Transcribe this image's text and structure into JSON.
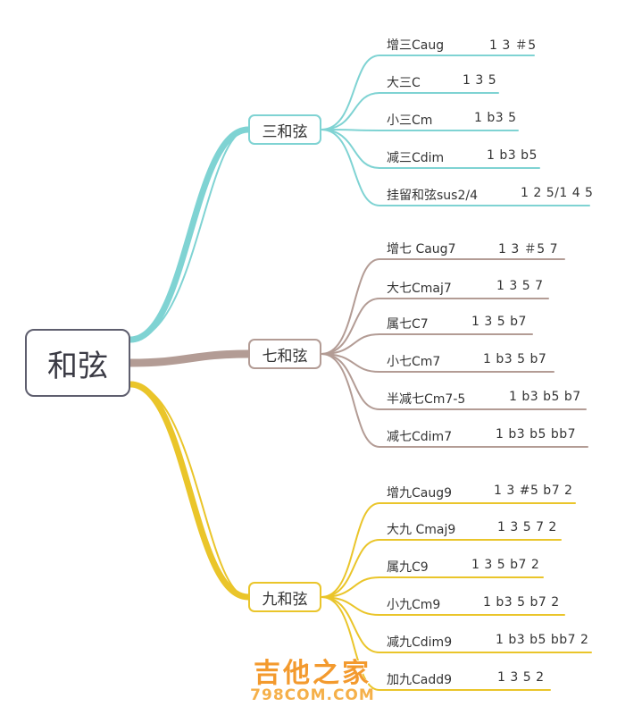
{
  "root": {
    "label": "和弦"
  },
  "branches": [
    {
      "label": "三和弦",
      "color": "#7fd3d3",
      "leaves": [
        {
          "name": "增三Caug",
          "notes": "1 3 ＃5"
        },
        {
          "name": "大三C",
          "notes": "1 3 5"
        },
        {
          "name": "小三Cm",
          "notes": "1 b3 5"
        },
        {
          "name": "减三Cdim",
          "notes": "1 b3 b5"
        },
        {
          "name": "挂留和弦sus2/4",
          "notes": "1 2 5/1 4 5"
        }
      ]
    },
    {
      "label": "七和弦",
      "color": "#b39c95",
      "leaves": [
        {
          "name": "增七 Caug7",
          "notes": "1 3 ＃5 7"
        },
        {
          "name": "大七Cmaj7",
          "notes": "1 3 5 7"
        },
        {
          "name": "属七C7",
          "notes": "1 3 5 b7"
        },
        {
          "name": "小七Cm7",
          "notes": "1 b3 5 b7"
        },
        {
          "name": "半减七Cm7-5",
          "notes": "1 b3 b5 b7"
        },
        {
          "name": "减七Cdim7",
          "notes": "1 b3  b5  bb7"
        }
      ]
    },
    {
      "label": "九和弦",
      "color": "#eac52a",
      "leaves": [
        {
          "name": "增九Caug9",
          "notes": "1 3 #5 b7 2"
        },
        {
          "name": "大九 Cmaj9",
          "notes": "1 3 5 7 2"
        },
        {
          "name": "属九C9",
          "notes": "1 3 5 b7 2"
        },
        {
          "name": "小九Cm9",
          "notes": "1 b3 5 b7 2"
        },
        {
          "name": "减九Cdim9",
          "notes": "1 b3 b5 bb7 2"
        },
        {
          "name": "加九Cadd9",
          "notes": "1 3 5 2"
        }
      ]
    }
  ],
  "watermark": {
    "text": "吉他之家",
    "site": "798COM.COM"
  }
}
